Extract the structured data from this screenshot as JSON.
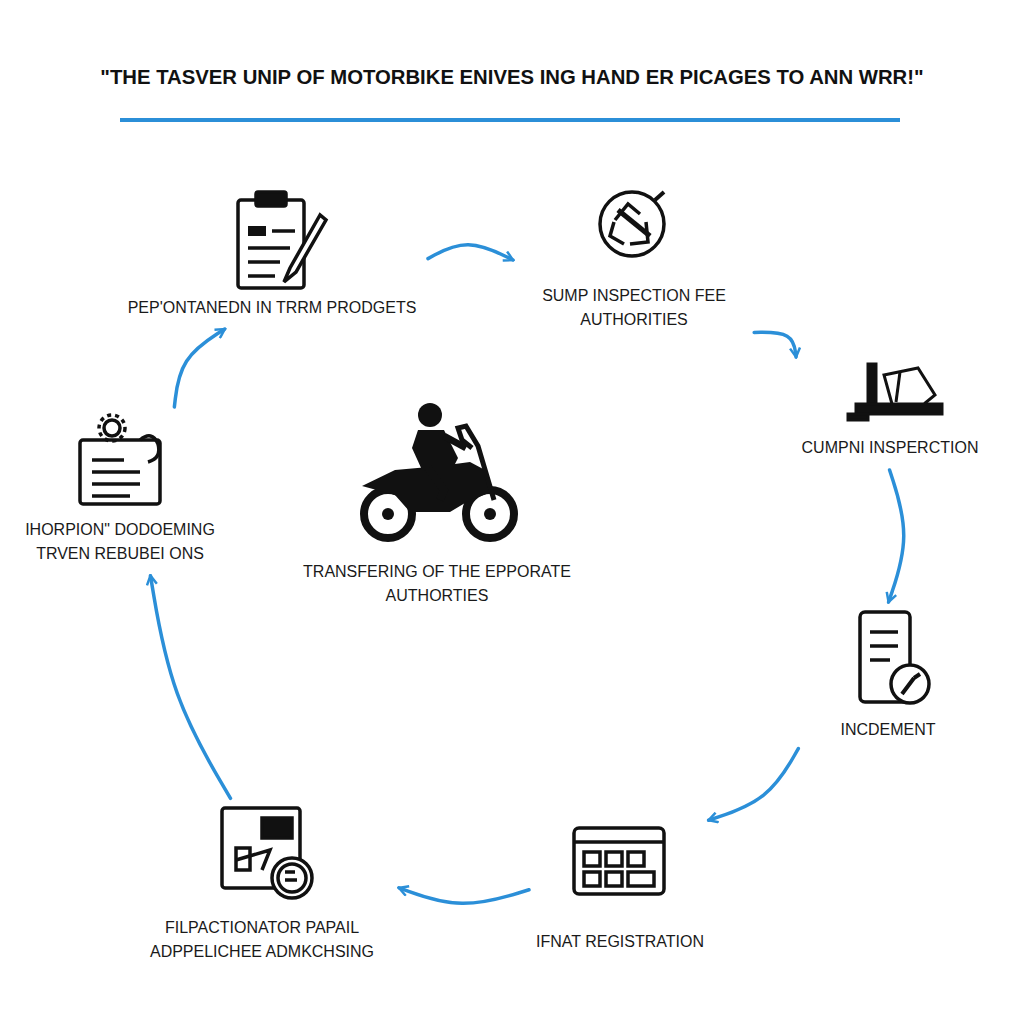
{
  "diagram": {
    "title": "\"THE TASVER UNIP OF MOTORBIKE ENIVES ING HAND ER PICAGES TO ANN WRR!\"",
    "nodes": [
      {
        "text": [
          "PEP'ONTANEDN IN TRRM PRODGETS"
        ]
      },
      {
        "text": [
          "SUMP INSPECTION FEE AUTHORITIES"
        ]
      },
      {
        "text": [
          "CUMPNI INSPERCTION"
        ]
      },
      {
        "text": [
          "INCDEMENT"
        ]
      },
      {
        "text": [
          "IFNAT REGISTRATION"
        ]
      },
      {
        "text": [
          "FILPACTIONATOR PAPAIL ADPPELICHEE ADMKCHSING"
        ]
      },
      {
        "text": [
          "IHORPION\" DODOEMING TRVEN REBUBEI ONS"
        ]
      }
    ],
    "edges": [
      {
        "from": 0,
        "to": 1,
        "arrow": "to"
      },
      {
        "from": 1,
        "to": 2,
        "arrow": "to"
      },
      {
        "from": 2,
        "to": 3,
        "arrow": "to"
      },
      {
        "from": 3,
        "to": 4,
        "arrow": "to"
      },
      {
        "from": 4,
        "to": 5,
        "arrow": "to"
      },
      {
        "from": 5,
        "to": 6,
        "arrow": "to"
      },
      {
        "from": 6,
        "to": 0,
        "arrow": "to"
      }
    ],
    "labels": [
      "TRANSFERING OF THE EPPORATE AUTHORTIES"
    ]
  }
}
